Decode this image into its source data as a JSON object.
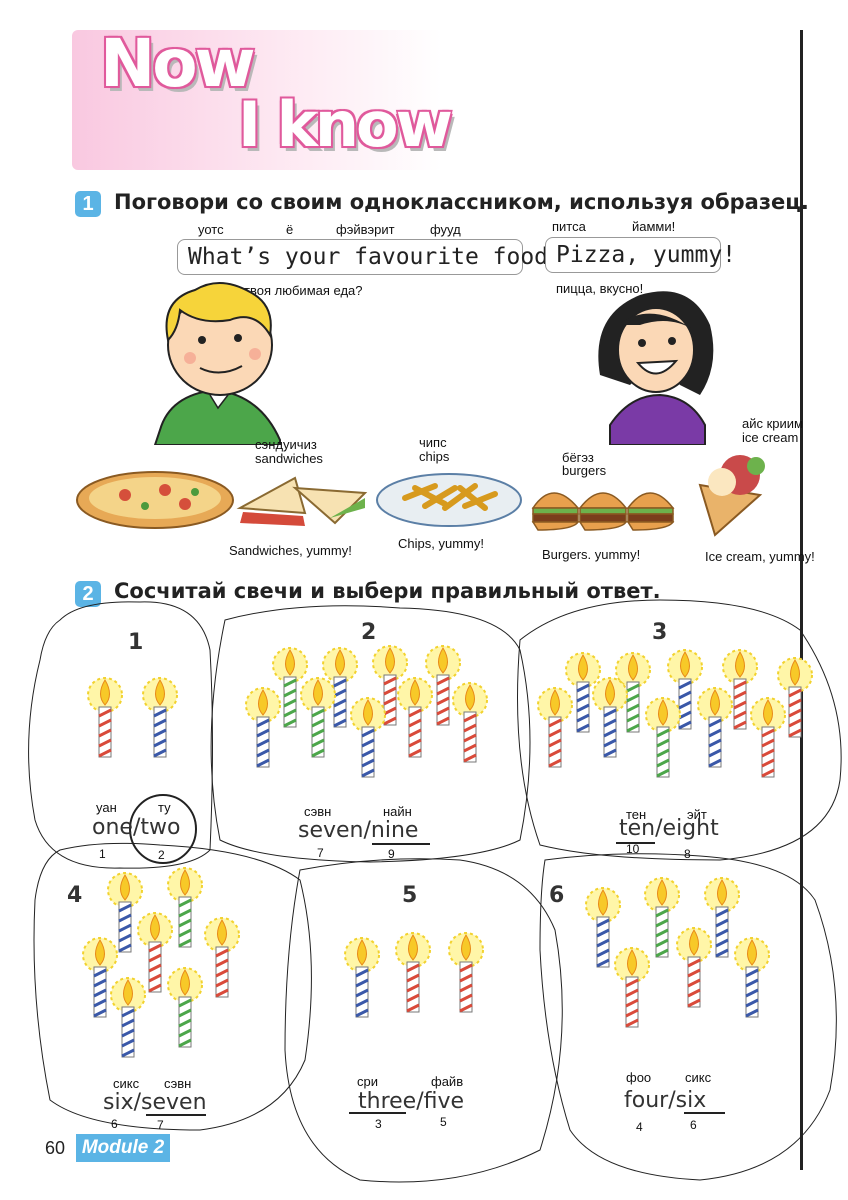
{
  "title": {
    "line1": "Now",
    "line2": "I know"
  },
  "exercise1": {
    "number": "1",
    "heading": "Поговори со своим одноклассником, используя образец.",
    "transcription_top": [
      "уотс",
      "ё",
      "фэйвэрит",
      "фууд"
    ],
    "question": "What’s your favourite food?",
    "question_translation": "какая твоя любимая еда?",
    "answer_transcription": [
      "питса",
      "йамми!"
    ],
    "answer": "Pizza, yummy!",
    "answer_translation": "пицца, вкусно!",
    "foods": [
      {
        "transcription": "сэндуичиз",
        "word": "sandwiches",
        "reply": "Sandwiches, yummy!"
      },
      {
        "transcription": "чипс",
        "word": "chips",
        "reply": "Chips, yummy!"
      },
      {
        "transcription": "бёгэз",
        "word": "burgers",
        "reply": "Burgers. yummy!"
      },
      {
        "transcription": "айс криим",
        "word": "ice cream",
        "reply": "Ice cream, yummy!"
      }
    ]
  },
  "exercise2": {
    "number": "2",
    "heading": "Сосчитай свечи и выбери правильный ответ.",
    "items": [
      {
        "n": "1",
        "t1": "уан",
        "t2": "ту",
        "a1": "one",
        "a2": "two",
        "d1": "1",
        "d2": "2"
      },
      {
        "n": "2",
        "t1": "сэвн",
        "t2": "найн",
        "a1": "seven",
        "a2": "nine",
        "d1": "7",
        "d2": "9"
      },
      {
        "n": "3",
        "t1": "тен",
        "t2": "эйт",
        "a1": "ten",
        "a2": "eight",
        "d1": "10",
        "d2": "8"
      },
      {
        "n": "4",
        "t1": "сикс",
        "t2": "сэвн",
        "a1": "six",
        "a2": "seven",
        "d1": "6",
        "d2": "7"
      },
      {
        "n": "5",
        "t1": "сри",
        "t2": "файв",
        "a1": "three",
        "a2": "five",
        "d1": "3",
        "d2": "5"
      },
      {
        "n": "6",
        "t1": "фоо",
        "t2": "сикс",
        "a1": "four",
        "a2": "six",
        "d1": "4",
        "d2": "6"
      }
    ],
    "separator": "/"
  },
  "footer": {
    "page": "60",
    "module": "Module 2"
  },
  "colors": {
    "accent": "#5bb4e5",
    "title_pink": "#e05a9c"
  }
}
